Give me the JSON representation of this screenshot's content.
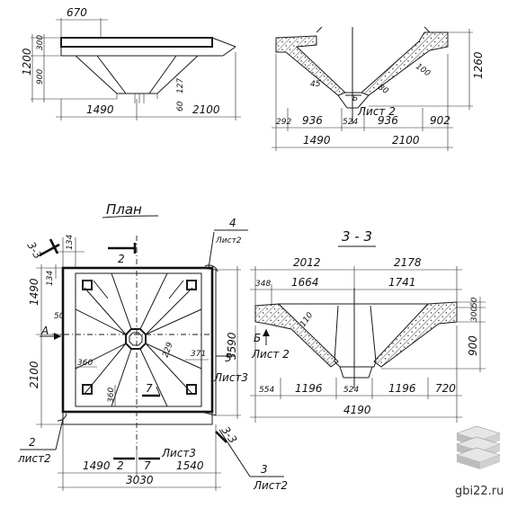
{
  "top_left": {
    "d670": "670",
    "d300": "300",
    "d1200": "1200",
    "d900": "900",
    "d1490": "1490",
    "d2100": "2100",
    "d127": "127",
    "d60": "60"
  },
  "top_right": {
    "d45": "45",
    "d100": "100",
    "d80": "80",
    "list": "Лист 2",
    "d292": "292",
    "d936a": "936",
    "d524": "524",
    "d936b": "936",
    "d902": "902",
    "d1490": "1490",
    "d2100": "2100",
    "d1260": "1260"
  },
  "plan": {
    "title": "План",
    "s33": "3-3",
    "d134a": "134",
    "d134b": "134",
    "d1490": "1490",
    "d2100": "2100",
    "d50": "50",
    "A": "A",
    "cut2": "2",
    "d360a": "360",
    "d360b": "360",
    "d229": "229",
    "d371": "371",
    "cut7": "7",
    "mark4": "4",
    "list2a": "Лист2",
    "d3590": "3590",
    "list3a": "Лист3",
    "mark5": "5",
    "mark2": "2",
    "list2b": "лист2",
    "d1490b": "1490",
    "cut2b": "2",
    "cut7b": "7",
    "list3b": "Лист3",
    "d1540": "1540",
    "d3030": "3030",
    "mark3": "3",
    "list2c": "Лист2",
    "s33b": "3-3"
  },
  "section33": {
    "title": "3 - 3",
    "d2012": "2012",
    "d2178": "2178",
    "d348": "348",
    "d1664": "1664",
    "d1741": "1741",
    "d50": "50",
    "d300": "300",
    "d900": "900",
    "d110": "110",
    "b": "Б",
    "list2": "Лист 2",
    "d554": "554",
    "d1196a": "1196",
    "d524": "524",
    "d1196b": "1196",
    "d720": "720",
    "d4190": "4190"
  },
  "watermark": {
    "text": "gbi22.ru",
    "logo": "layered-slab-logo"
  }
}
